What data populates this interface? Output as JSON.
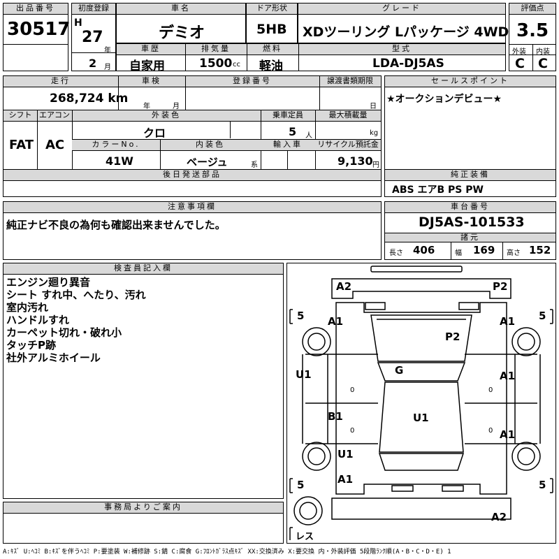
{
  "header": {
    "lot_label": "出品番号",
    "lot_value": "30517",
    "first_reg_label": "初度登録",
    "era": "H",
    "year": "27",
    "year_unit": "年",
    "month": "2",
    "month_unit": "月",
    "car_name_label": "車名",
    "car_name": "デミオ",
    "door_label": "ドア形状",
    "door": "5HB",
    "grade_label": "グレード",
    "grade": "XDツーリング Lパッケージ 4WD",
    "score_label": "評価点",
    "score": "3.5",
    "history_label": "車歴",
    "history": "自家用",
    "displacement_label": "排気量",
    "displacement": "1500",
    "displacement_unit": "cc",
    "fuel_label": "燃料",
    "fuel": "軽油",
    "model_label": "型式",
    "model": "LDA-DJ5AS",
    "exterior_label": "外装",
    "exterior": "C",
    "interior_label": "内装",
    "interior": "C"
  },
  "details": {
    "mileage_label": "走行",
    "mileage": "268,724 km",
    "inspection_label": "車検",
    "year_unit": "年",
    "month_unit": "月",
    "reg_no_label": "登録番号",
    "transfer_label": "譲渡書類期限",
    "day_unit": "日",
    "shift_label": "シフト",
    "shift": "FAT",
    "ac_label": "エアコン",
    "ac": "AC",
    "color_label": "外装色",
    "color": "クロ",
    "capacity_label": "乗車定員",
    "capacity": "5",
    "capacity_unit": "人",
    "load_label": "最大積載量",
    "load_unit": "kg",
    "color_no_label": "カラーNo.",
    "color_no": "41W",
    "interior_color_label": "内装色",
    "interior_color": "ベージュ",
    "interior_color_suffix": "系",
    "import_label": "輸入車",
    "recycle_label": "リサイクル預託金",
    "recycle": "9,130",
    "recycle_unit": "円",
    "later_parts_label": "後日発送部品"
  },
  "selling": {
    "label": "セールスポイント",
    "text": "★オークションデビュー★",
    "equipment_label": "純正装備",
    "equipment": "ABS エアB PS PW"
  },
  "notes": {
    "label": "注意事項欄",
    "text": "純正ナビ不良の為何も確認出来ませんでした。"
  },
  "chassis": {
    "label": "車台番号",
    "value": "DJ5AS-101533",
    "spec_label": "諸元",
    "length_label": "長さ",
    "length": "406",
    "width_label": "幅",
    "width": "169",
    "height_label": "高さ",
    "height": "152"
  },
  "inspector": {
    "label": "検査員記入欄",
    "lines": [
      "エンジン廻り異音",
      "シート すれ中、へたり、汚れ",
      "室内汚れ",
      "ハンドルすれ",
      "カーペット切れ・破れ小",
      "タッチP跡",
      "社外アルミホイール"
    ]
  },
  "office": {
    "label": "事務局よりご案内"
  },
  "diagram": {
    "marks": {
      "front_left": "A2",
      "front_right": "P2",
      "fender_left": "A1",
      "fender_right": "A1",
      "hood": "P2",
      "roof": "G",
      "door_fl": "U1",
      "door_fr": "A1",
      "door_rl": "B1",
      "door_rr": "A1",
      "roof_center": "U1",
      "quarter_left": "U1",
      "rear_left": "A1",
      "rear_bumper": "A2",
      "tire_fl": "5",
      "tire_fr": "5",
      "tire_rl": "5",
      "tire_rr": "5",
      "spare": "レス",
      "zero1": "0",
      "zero2": "0",
      "zero3": "0",
      "zero4": "0"
    }
  },
  "legend": "A:ｷｽﾞ U:ﾍｺﾐ B:ｷｽﾞを伴うﾍｺﾐ P:要塗装 W:補修跡 S:錆 C:腐食 G:ﾌﾛﾝﾄｶﾞﾗｽ点ｷｽﾞ XX:交換済み X:要交換 内・外装評価 5段階ﾗﾝｸ順(A・B・C・D・E) 1"
}
